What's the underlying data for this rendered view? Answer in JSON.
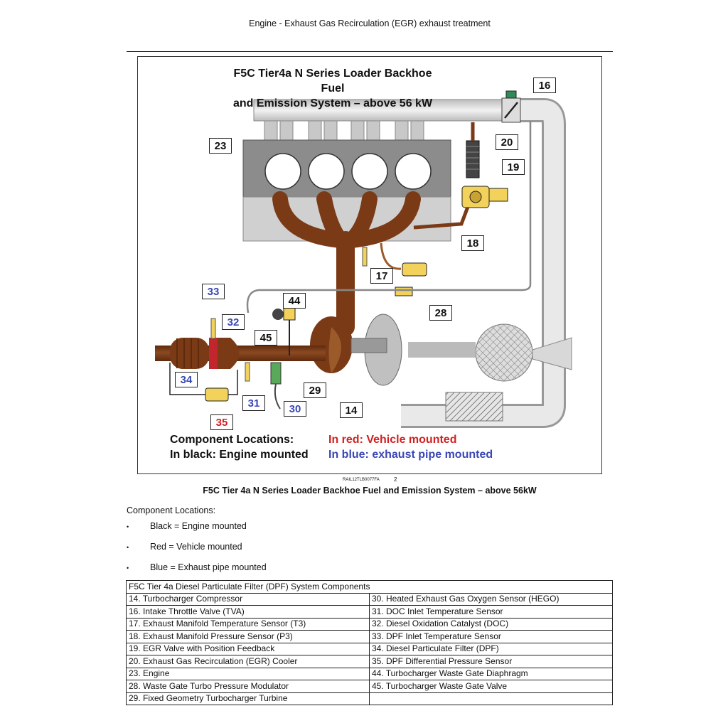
{
  "header": {
    "title": "Engine - Exhaust Gas Recirculation (EGR) exhaust treatment"
  },
  "figure": {
    "title_line1": "F5C Tier4a N Series Loader Backhoe Fuel",
    "title_line2": "and Emission System – above 56 kW",
    "legend": {
      "heading": "Component Locations:",
      "red": "In red: Vehicle mounted",
      "black": "In black: Engine mounted",
      "blue": "In blue: exhaust pipe mounted"
    },
    "callouts": {
      "c14": "14",
      "c16": "16",
      "c17": "17",
      "c18": "18",
      "c19": "19",
      "c20": "20",
      "c23": "23",
      "c28": "28",
      "c29": "29",
      "c30": "30",
      "c31": "31",
      "c32": "32",
      "c33": "33",
      "c34": "34",
      "c35": "35",
      "c44": "44",
      "c45": "45"
    },
    "colors": {
      "red": "#d22020",
      "blue": "#3a47b5",
      "engine_gray": "#8a8a8a",
      "manifold_brown": "#7b3a16"
    },
    "figure_id": "RAIL12TLB0077FA",
    "figure_number": "2"
  },
  "caption": "F5C Tier 4a N Series Loader Backhoe Fuel and Emission System – above 56kW",
  "locations": {
    "heading": "Component Locations:",
    "bullet_symbol": "•",
    "items": [
      "Black = Engine mounted",
      "Red = Vehicle mounted",
      "Blue = Exhaust pipe mounted"
    ]
  },
  "table": {
    "header": "F5C Tier 4a Diesel Particulate Filter (DPF) System Components",
    "rows": [
      [
        "14. Turbocharger Compressor",
        "30. Heated Exhaust Gas Oxygen Sensor (HEGO)"
      ],
      [
        "16. Intake Throttle Valve (TVA)",
        "31. DOC Inlet Temperature Sensor"
      ],
      [
        "17. Exhaust Manifold Temperature Sensor (T3)",
        "32. Diesel Oxidation Catalyst (DOC)"
      ],
      [
        "18. Exhaust Manifold Pressure Sensor (P3)",
        "33. DPF Inlet Temperature Sensor"
      ],
      [
        "19. EGR Valve with Position Feedback",
        "34. Diesel Particulate Filter (DPF)"
      ],
      [
        "20. Exhaust Gas Recirculation (EGR) Cooler",
        "35. DPF Differential Pressure Sensor"
      ],
      [
        "23. Engine",
        "44. Turbocharger Waste Gate Diaphragm"
      ],
      [
        "28. Waste Gate Turbo Pressure Modulator",
        "45. Turbocharger Waste Gate Valve"
      ],
      [
        "29. Fixed Geometry Turbocharger Turbine",
        ""
      ]
    ]
  }
}
